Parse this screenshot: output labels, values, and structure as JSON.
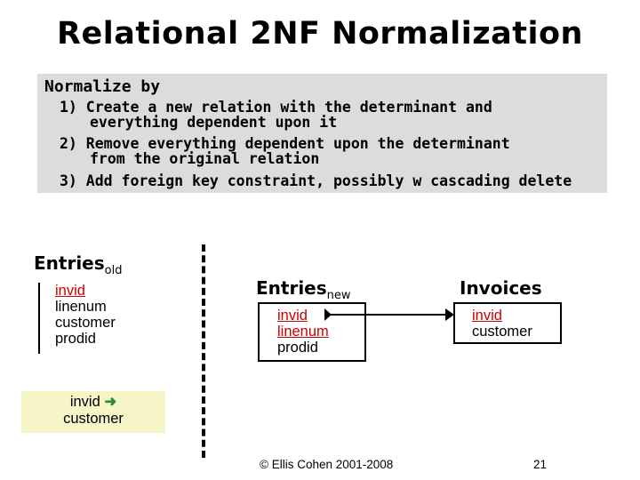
{
  "title": "Relational 2NF Normalization",
  "normalize": {
    "heading": "Normalize by",
    "steps": [
      {
        "line1": "1) Create a new relation with the determinant and",
        "line2": "everything dependent upon it"
      },
      {
        "line1": "2) Remove everything dependent upon the determinant",
        "line2": "from the original relation"
      },
      {
        "line1": "3) Add foreign key constraint, possibly w cascading delete",
        "line2": ""
      }
    ]
  },
  "entries_old": {
    "name": "Entries",
    "subscript": "old",
    "attrs": [
      "invid",
      "linenum",
      "customer",
      "prodid"
    ]
  },
  "entries_new": {
    "name": "Entries",
    "subscript": "new",
    "attrs": [
      "invid",
      "linenum",
      "prodid"
    ]
  },
  "invoices": {
    "name": "Invoices",
    "attrs": [
      "invid",
      "customer"
    ]
  },
  "dependency": {
    "lhs": "invid",
    "rhs": "customer"
  },
  "footer": {
    "copyright": "© Ellis Cohen 2001-2008",
    "page_number": "21"
  },
  "colors": {
    "key": "#cc0000",
    "arrow": "#2e8b2e",
    "normalize_bg": "#dcdcdc",
    "dependency_bg": "#f5f5c8"
  }
}
